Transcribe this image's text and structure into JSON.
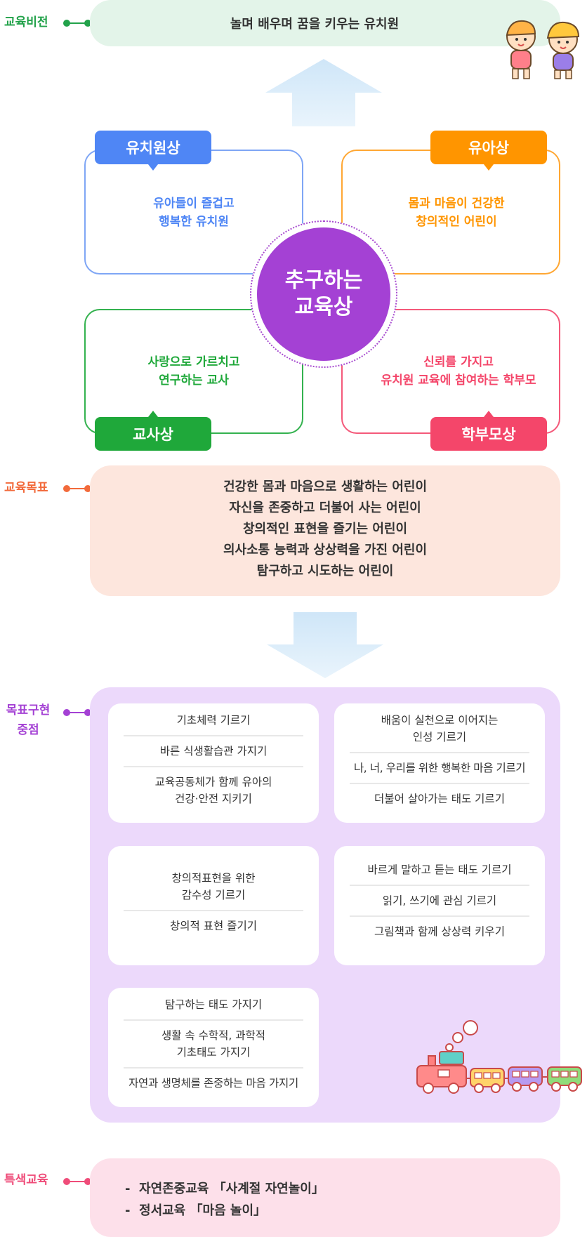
{
  "labels": {
    "vision": "교육비전",
    "goals": "교육목표",
    "focus": "목표구현\n중점",
    "special": "특색교육"
  },
  "vision_text": "놀며 배우며 꿈을 키우는 유치원",
  "center_title": "추구하는\n교육상",
  "quadrants": [
    {
      "tag": "유치원상",
      "text": "유아들이 즐겁고\n행복한 유치원",
      "color": "#4f86f5"
    },
    {
      "tag": "유아상",
      "text": "몸과 마음이 건강한\n창의적인 어린이",
      "color": "#ff9500"
    },
    {
      "tag": "교사상",
      "text": "사랑으로 가르치고\n연구하는 교사",
      "color": "#1fa83a"
    },
    {
      "tag": "학부모상",
      "text": "신뢰를 가지고\n유치원 교육에 참여하는 학부모",
      "color": "#f4466a"
    }
  ],
  "goals": [
    "건강한 몸과 마음으로 생활하는 어린이",
    "자신을 존중하고 더불어 사는 어린이",
    "창의적인 표현을 즐기는 어린이",
    "의사소통 능력과 상상력을 가진 어린이",
    "탐구하고 시도하는 어린이"
  ],
  "focus_cards": [
    [
      "기초체력 기르기",
      "바른 식생활습관 가지기",
      "교육공동체가 함께 유아의\n건강·안전 지키기"
    ],
    [
      "배움이 실천으로 이어지는\n인성 기르기",
      "나, 너, 우리를 위한 행복한 마음 기르기",
      "더불어 살아가는 태도 기르기"
    ],
    [
      "창의적표현을 위한\n감수성 기르기",
      "창의적 표현 즐기기"
    ],
    [
      "바르게 말하고 듣는 태도 기르기",
      "읽기, 쓰기에 관심 기르기",
      "그림책과 함께 상상력 키우기"
    ],
    [
      "탐구하는 태도 가지기",
      "생활 속 수학적, 과학적\n기초태도 가지기",
      "자연과 생명체를 존중하는 마음 가지기"
    ]
  ],
  "special": [
    "-  자연존중교육 「사계절 자연놀이」",
    "-  정서교육 「마음 놀이」"
  ],
  "colors": {
    "vision": "#22a24a",
    "goals": "#f26a3b",
    "focus": "#a441d4",
    "special": "#ef4c79"
  }
}
